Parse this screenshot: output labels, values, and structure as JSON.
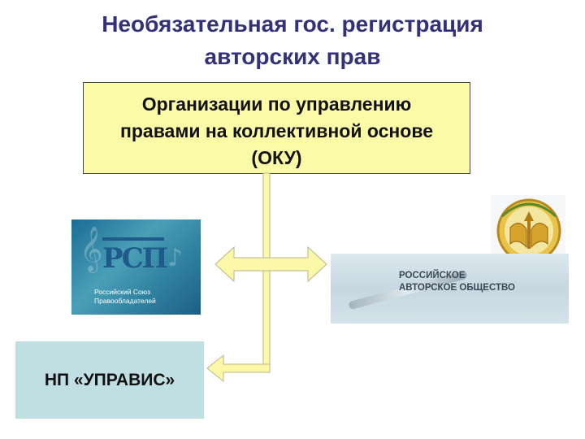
{
  "title": {
    "line1": "Необязательная гос. регистрация",
    "line2": "авторских прав"
  },
  "oku_box": {
    "line1": "Организации по управлению",
    "line2": "правами на коллективной основе",
    "line3": "(ОКУ)"
  },
  "logo_rsp": {
    "mark": "РСП",
    "caption_line1": "Российский Союз",
    "caption_line2": "Правообладателей"
  },
  "logo_rao": {
    "line1": "РОССИЙСКОЕ",
    "line2": "АВТОРСКОЕ ОБЩЕСТВО"
  },
  "np_box": {
    "label": "НП «УПРАВИС»"
  },
  "colors": {
    "title": "#35307a",
    "oku_fill": "#fbfaa6",
    "np_fill": "#bfdfe3",
    "connector": "#fbf8a8"
  },
  "icons": {
    "double_arrow": "double-headed-arrow-icon",
    "left_arrow": "left-arrow-icon",
    "emblem": "rao-emblem-icon"
  }
}
